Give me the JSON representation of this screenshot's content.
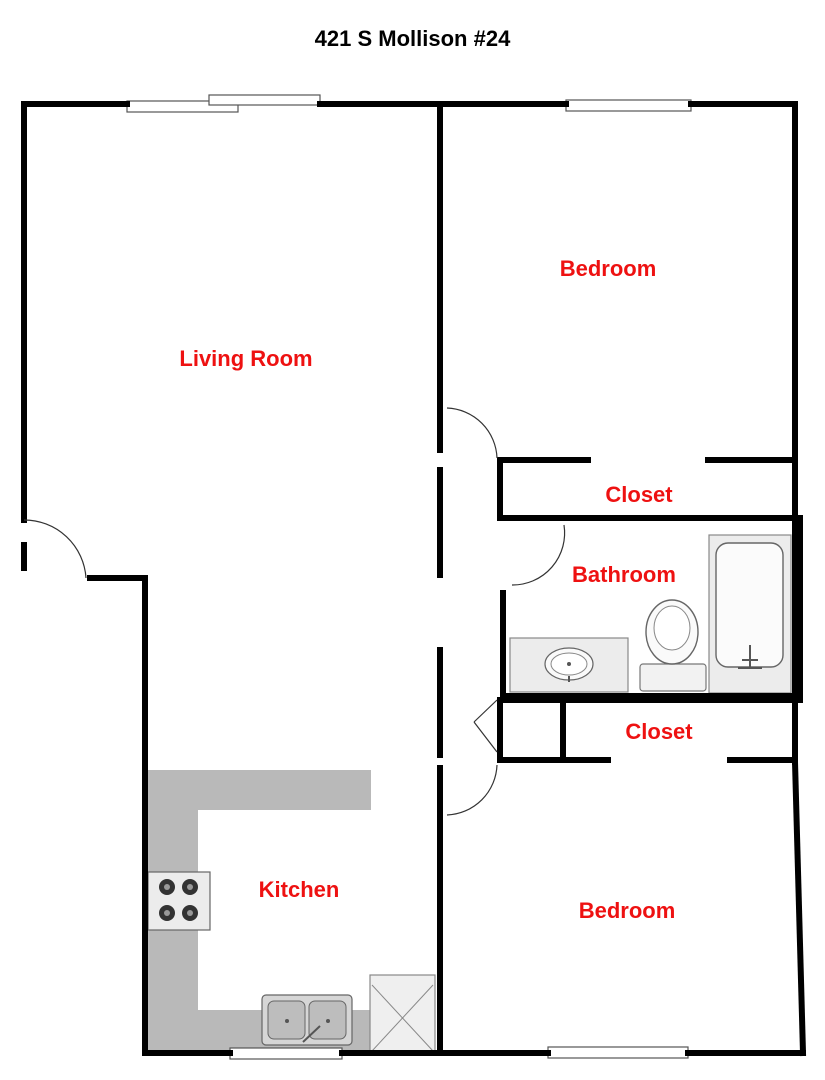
{
  "plan": {
    "title": "421 S Mollison #24"
  },
  "rooms": {
    "living_room": "Living Room",
    "bedroom_top": "Bedroom",
    "closet_top": "Closet",
    "bathroom": "Bathroom",
    "closet_bottom": "Closet",
    "kitchen": "Kitchen",
    "bedroom_bottom": "Bedroom"
  },
  "colors": {
    "room_label": "#ee1111",
    "wall": "#000000",
    "counter": "#b9b9b9"
  },
  "icons": {
    "stove": "stove-icon",
    "sink": "kitchen-sink-icon",
    "toilet": "toilet-icon",
    "bathtub": "bathtub-icon",
    "vanity": "vanity-sink-icon"
  }
}
